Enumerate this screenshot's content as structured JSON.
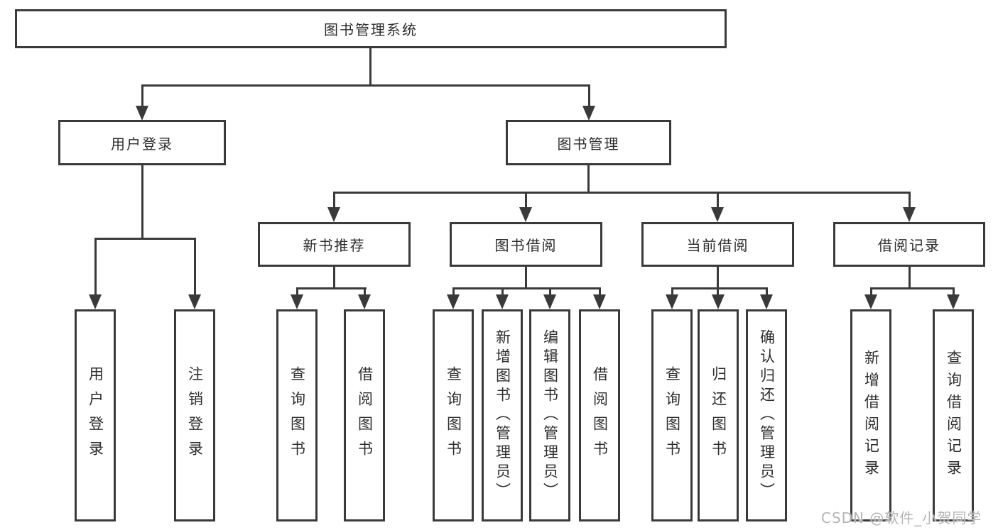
{
  "colors": {
    "line": "#3a3a3a",
    "node_border": "#3a3a3a",
    "text": "#2d2d2d",
    "background": "#ffffff",
    "watermark": "#b4b4b4"
  },
  "watermark": "CSDN @软件_小贺同学",
  "tree": {
    "root": {
      "label": "图书管理系统"
    },
    "login": {
      "label": "用户登录",
      "children": [
        {
          "label": "用户登录"
        },
        {
          "label": "注销登录"
        }
      ]
    },
    "mgmt": {
      "label": "图书管理",
      "children": [
        {
          "label": "新书推荐",
          "children": [
            {
              "label": "查询图书"
            },
            {
              "label": "借阅图书"
            }
          ]
        },
        {
          "label": "图书借阅",
          "children": [
            {
              "label": "查询图书"
            },
            {
              "label": "新增图书（管理员）"
            },
            {
              "label": "编辑图书（管理员）"
            },
            {
              "label": "借阅图书"
            }
          ]
        },
        {
          "label": "当前借阅",
          "children": [
            {
              "label": "查询图书"
            },
            {
              "label": "归还图书"
            },
            {
              "label": "确认归还（管理员）"
            }
          ]
        },
        {
          "label": "借阅记录",
          "children": [
            {
              "label": "新增借阅记录"
            },
            {
              "label": "查询借阅记录"
            }
          ]
        }
      ]
    }
  }
}
